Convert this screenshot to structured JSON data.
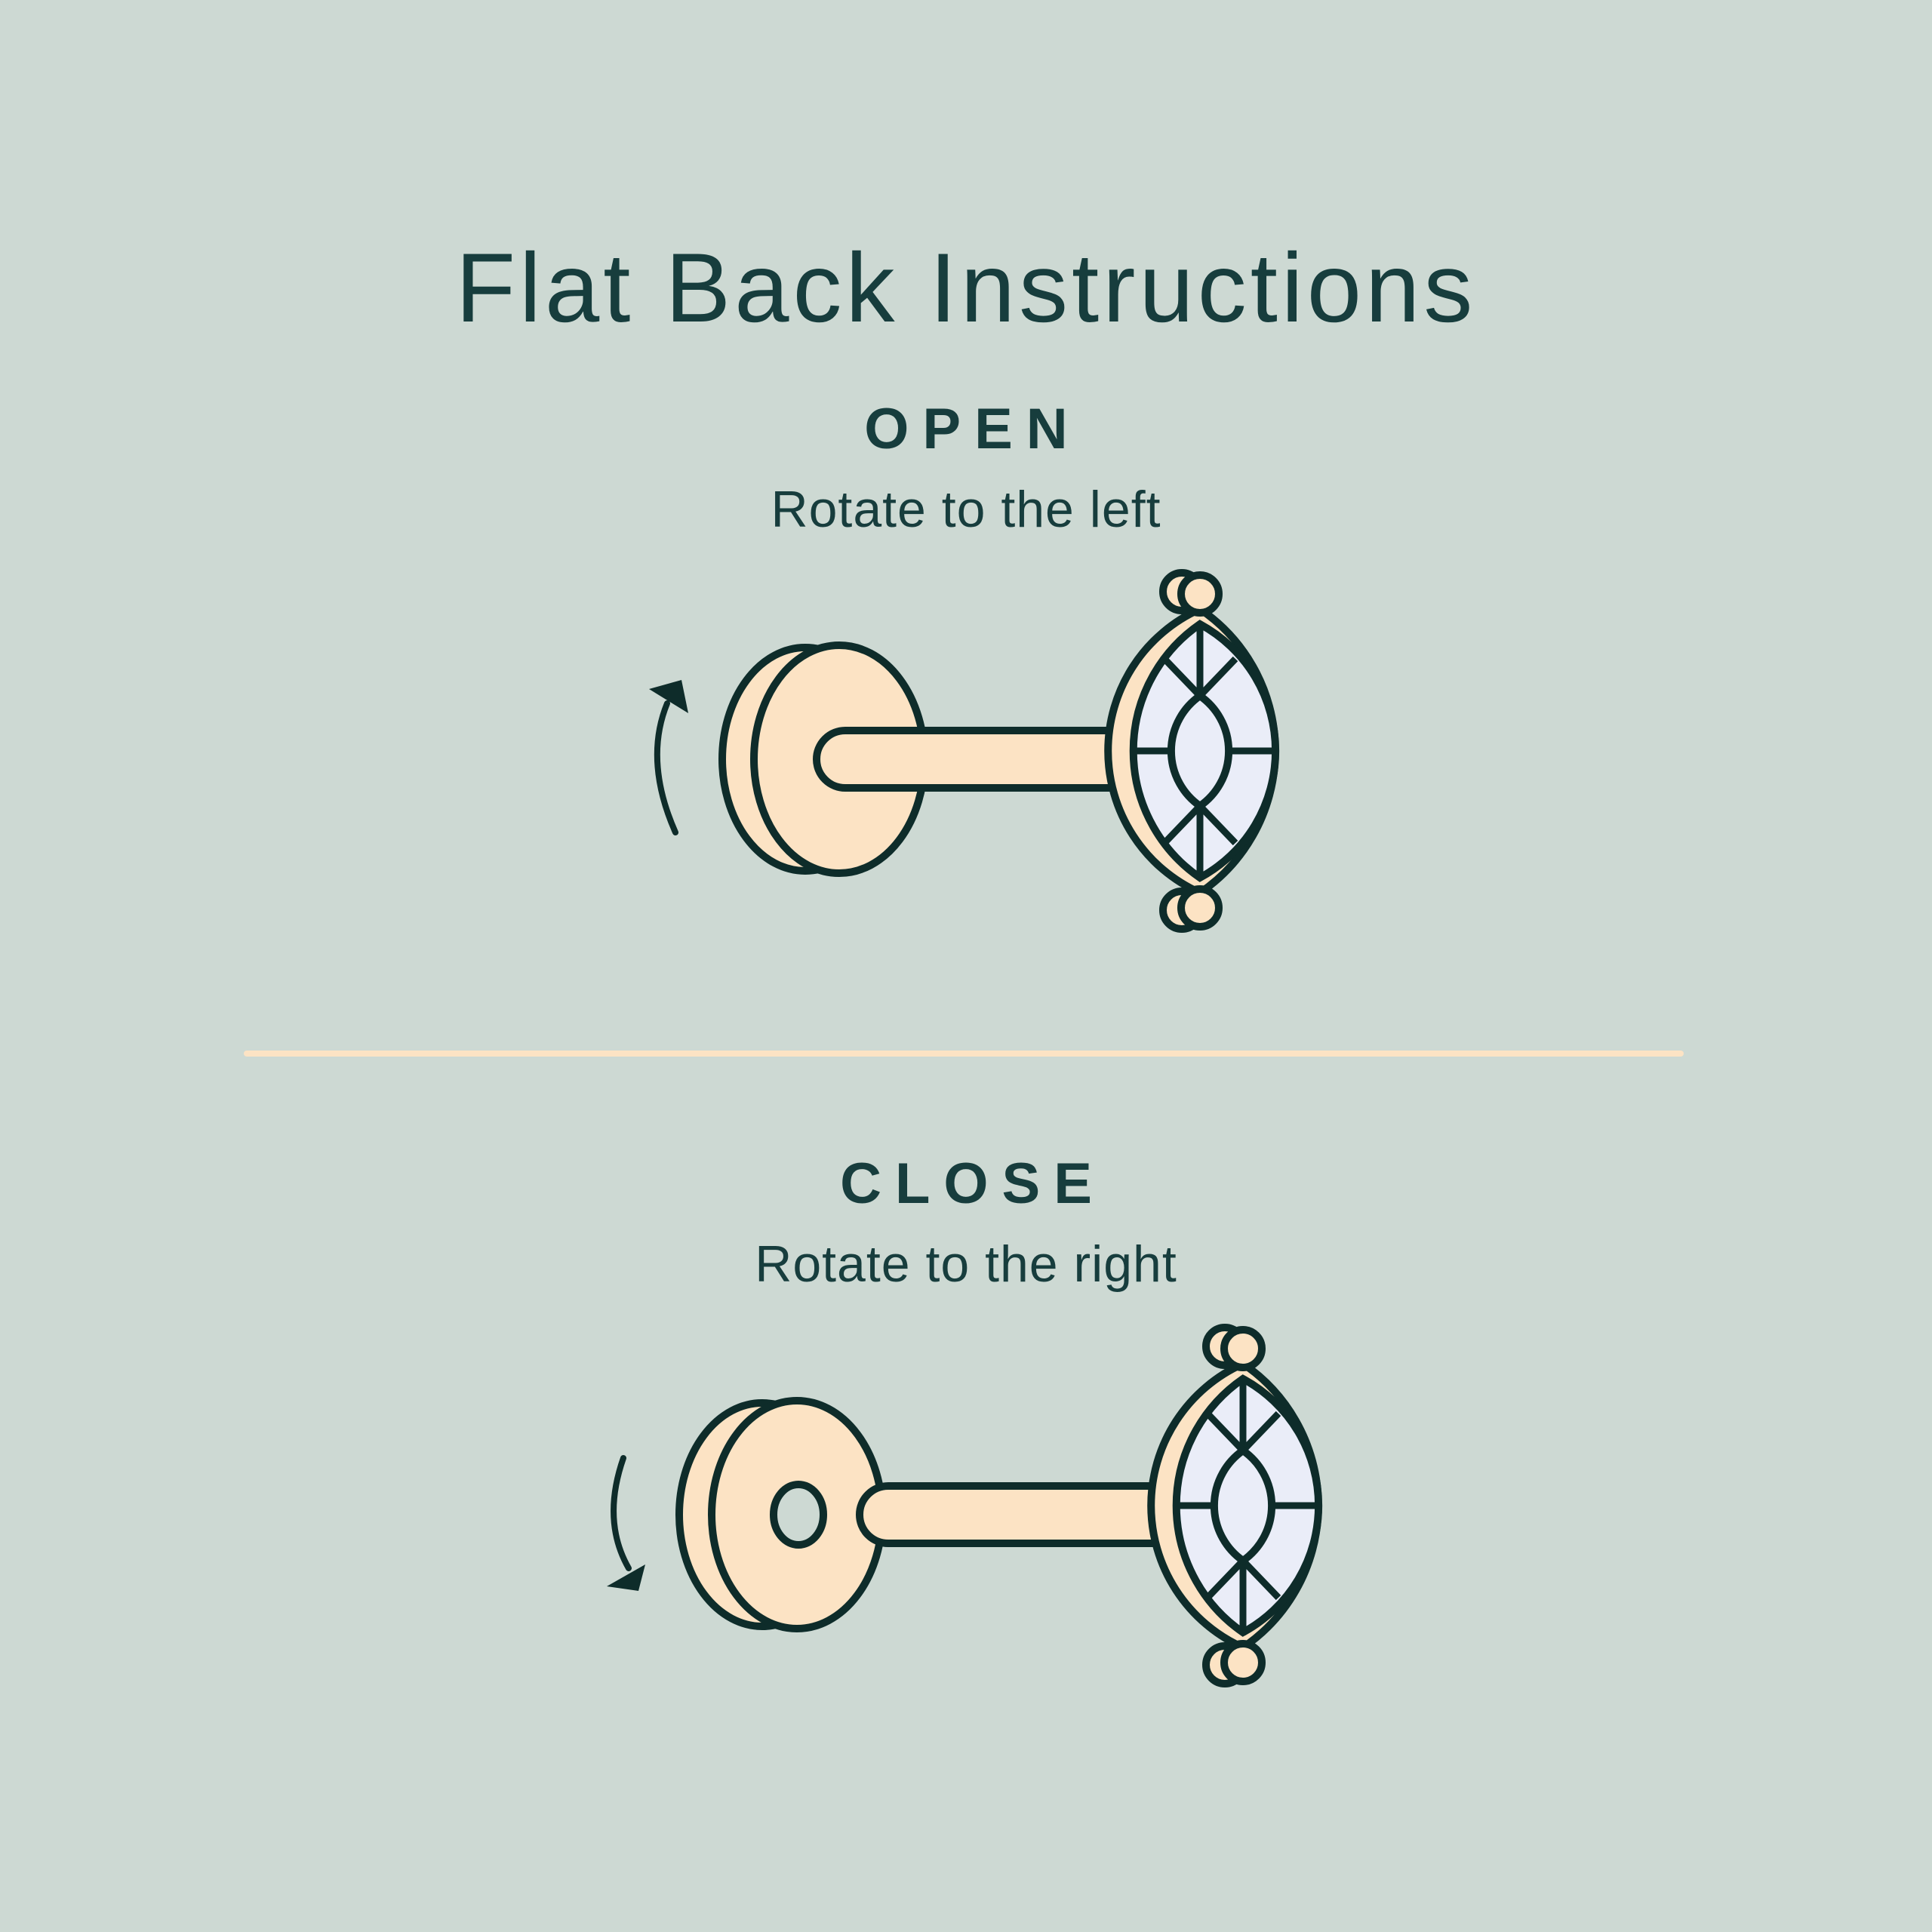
{
  "title": "Flat Back Instructions",
  "sections": [
    {
      "id": "open",
      "heading": "OPEN",
      "subheading": "Rotate to the left",
      "illustration": "flat-back-earring-open-diagram",
      "arrow_icon": "rotate-counterclockwise-arrow-icon",
      "arrow_direction": "counterclockwise-up",
      "parts": [
        "flat-back-disc",
        "earring-post",
        "marquise-gem"
      ]
    },
    {
      "id": "close",
      "heading": "CLOSE",
      "subheading": "Rotate to the right",
      "illustration": "flat-back-earring-close-diagram",
      "arrow_icon": "rotate-clockwise-arrow-icon",
      "arrow_direction": "clockwise-down",
      "parts": [
        "flat-back-disc-with-hole",
        "earring-post",
        "marquise-gem"
      ]
    }
  ],
  "colors": {
    "bg": "#cdd9d3",
    "peach": "#fce3c4",
    "ink": "#0e2c2a",
    "text": "#173d3d",
    "gem": "#eaedf8"
  }
}
